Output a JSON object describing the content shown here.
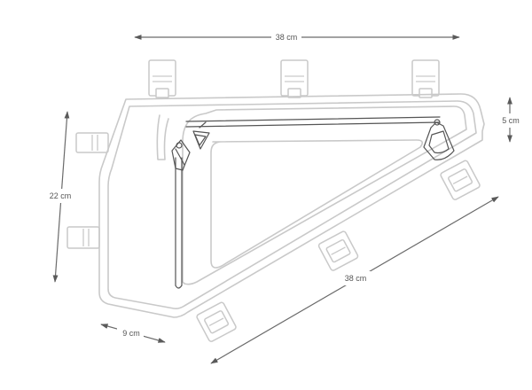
{
  "dimensions": {
    "top_width": "38 cm",
    "height": "22 cm",
    "depth": "5 cm",
    "diagonal": "38 cm",
    "bottom_width": "9 cm"
  },
  "colors": {
    "outline": "#c9c9c9",
    "zipper": "#555555",
    "dimension_line": "#6a6a6a",
    "text": "#555555",
    "background": "#ffffff"
  }
}
